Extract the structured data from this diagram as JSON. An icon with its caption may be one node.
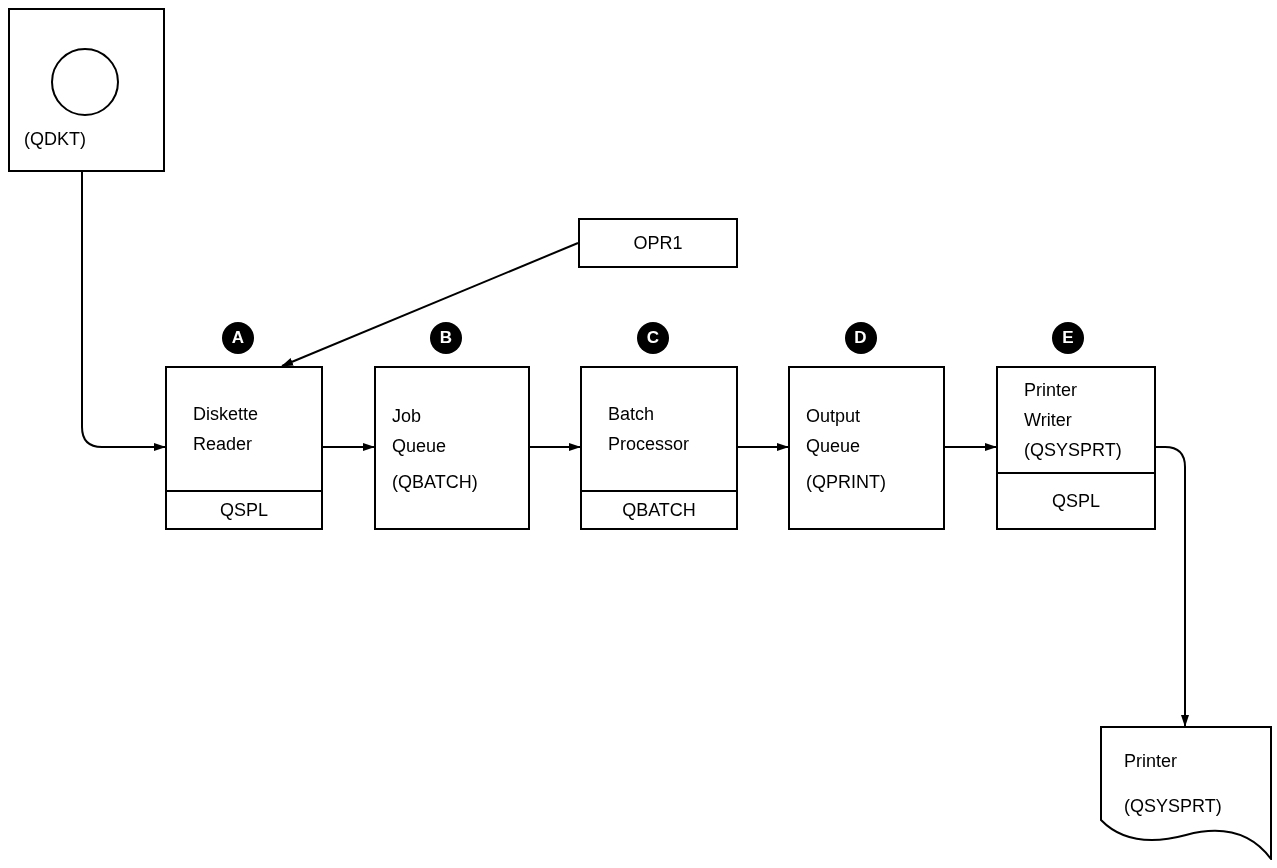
{
  "diagram": {
    "nodes": [
      {
        "text": [
          "(QDKT)"
        ]
      },
      {
        "text": [
          "OPR1"
        ]
      },
      {
        "text": [
          "Diskette Reader",
          "QSPL"
        ],
        "beside": [
          "A"
        ]
      },
      {
        "text": [
          "Job Queue",
          "(QBATCH)"
        ],
        "beside": [
          "B"
        ]
      },
      {
        "text": [
          "Batch Processor",
          "QBATCH"
        ],
        "beside": [
          "C"
        ]
      },
      {
        "text": [
          "Output Queue",
          "(QPRINT)"
        ],
        "beside": [
          "D"
        ]
      },
      {
        "text": [
          "Printer Writer (QSYSPRT)",
          "QSPL"
        ],
        "beside": [
          "E"
        ]
      },
      {
        "text": [
          "Printer",
          "(QSYSPRT)"
        ]
      }
    ],
    "edges": [
      {
        "from": 0,
        "to": 2,
        "arrow": "to"
      },
      {
        "from": 1,
        "to": 2,
        "arrow": "to"
      },
      {
        "from": 2,
        "to": 3,
        "arrow": "to"
      },
      {
        "from": 3,
        "to": 4,
        "arrow": "to"
      },
      {
        "from": 4,
        "to": 5,
        "arrow": "to"
      },
      {
        "from": 5,
        "to": 6,
        "arrow": "to"
      },
      {
        "from": 6,
        "to": 7,
        "arrow": "to"
      }
    ]
  }
}
